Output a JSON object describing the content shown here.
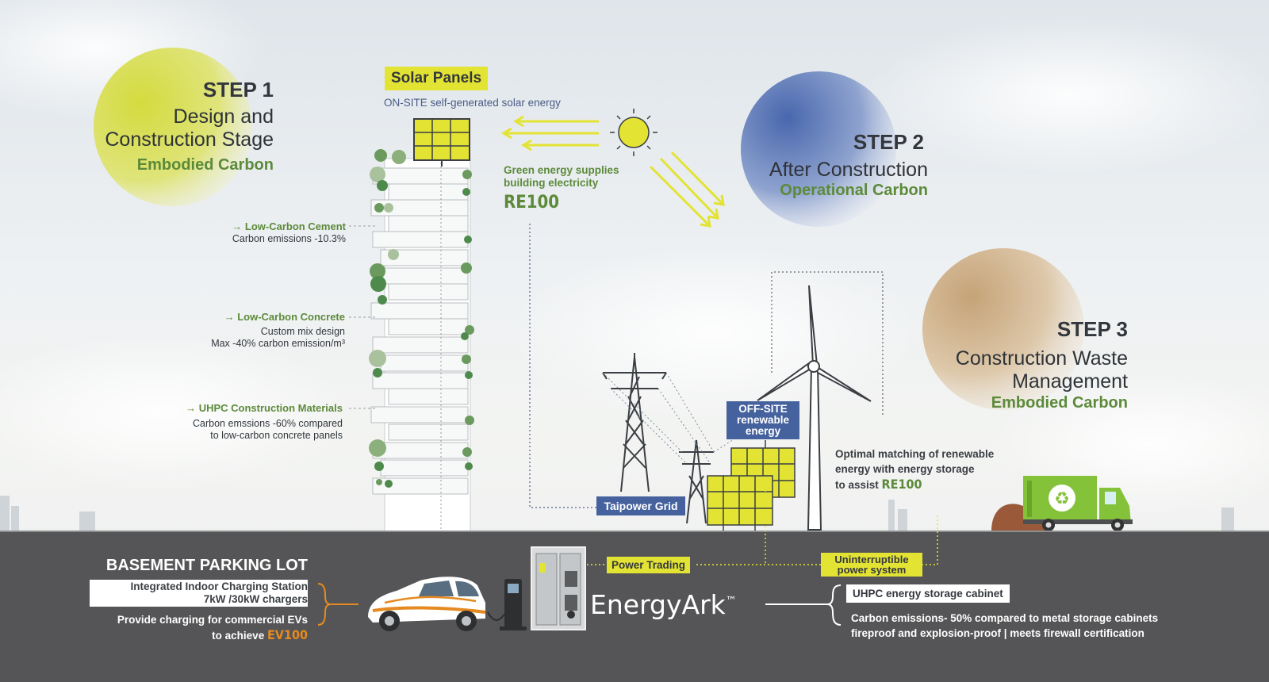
{
  "colors": {
    "step1_accent": "#d4db3e",
    "step2_accent": "#4867ad",
    "step3_accent": "#c6a378",
    "green_text": "#5c8a3a",
    "highlight_yellow": "#e3e334",
    "label_blue": "#45629e",
    "ground": "#555557",
    "ev_orange": "#e58a20"
  },
  "step1": {
    "number": "STEP 1",
    "title_line1": "Design and",
    "title_line2": "Construction Stage",
    "subtitle": "Embodied Carbon"
  },
  "step2": {
    "number": "STEP 2",
    "title": "After Construction",
    "subtitle": "Operational Carbon"
  },
  "step3": {
    "number": "STEP 3",
    "title_line1": "Construction Waste",
    "title_line2": "Management",
    "subtitle": "Embodied Carbon"
  },
  "solar": {
    "label": "Solar Panels",
    "caption": "ON-SITE self-generated solar energy"
  },
  "green_energy": {
    "line1": "Green energy supplies",
    "line2": "building electricity",
    "badge": "RE100"
  },
  "materials": [
    {
      "title": "Low-Carbon Cement",
      "line1": "Carbon emissions -10.3%",
      "line2": ""
    },
    {
      "title": "Low-Carbon Concrete",
      "line1": "Custom mix design",
      "line2": "Max -40% carbon emission/m³"
    },
    {
      "title": "UHPC Construction Materials",
      "line1": "Carbon emssions -60% compared",
      "line2": "to low-carbon concrete panels"
    }
  ],
  "grid": {
    "label": "Taipower Grid"
  },
  "offsite": {
    "line1": "OFF-SITE",
    "line2": "renewable",
    "line3": "energy"
  },
  "matching": {
    "line1": "Optimal matching of renewable",
    "line2": "energy with energy storage",
    "line3": "to assist",
    "badge": "RE100"
  },
  "basement": {
    "title": "BASEMENT PARKING LOT",
    "box_line1": "Integrated Indoor Charging Station",
    "box_line2": "7kW /30kW chargers",
    "line1": "Provide charging for commercial EVs",
    "line2": "to achieve",
    "badge": "EV100"
  },
  "power_trading": "Power Trading",
  "ups": {
    "line1": "Uninterruptible",
    "line2": "power system"
  },
  "energyark": {
    "brand": "EnergyArk",
    "tm": "™"
  },
  "cabinet": {
    "title": "UHPC energy storage cabinet",
    "line1": "Carbon emissions- 50% compared to metal storage cabinets",
    "line2": "fireproof and explosion-proof | meets firewall certification"
  }
}
